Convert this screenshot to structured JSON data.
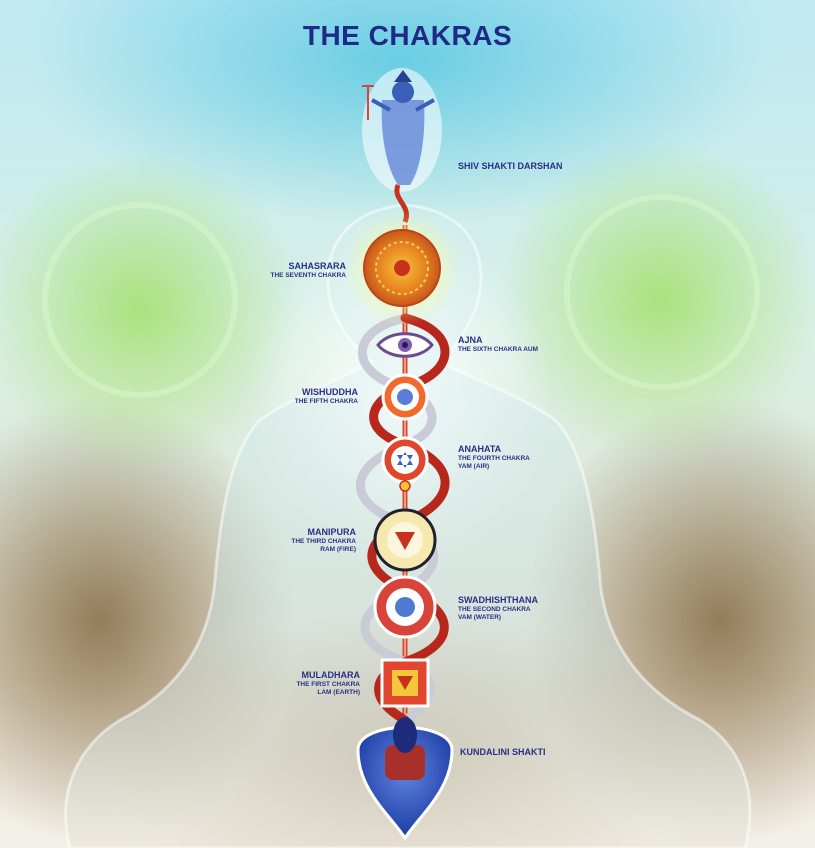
{
  "title": "THE CHAKRAS",
  "labels": {
    "shiv": {
      "name": "SHIV SHAKTI DARSHAN"
    },
    "sahasrara": {
      "name": "SAHASRARA",
      "sub1": "THE SEVENTH CHAKRA"
    },
    "ajna": {
      "name": "AJNA",
      "sub1": "THE SIXTH CHAKRA AUM"
    },
    "wishuddha": {
      "name": "WISHUDDHA",
      "sub1": "THE FIFTH CHAKRA"
    },
    "anahata": {
      "name": "ANAHATA",
      "sub1": "THE FOURTH CHAKRA",
      "sub2": "YAM (AIR)"
    },
    "manipura": {
      "name": "MANIPURA",
      "sub1": "THE THIRD CHAKRA",
      "sub2": "RAM (FIRE)"
    },
    "swadhishthana": {
      "name": "SWADHISHTHANA",
      "sub1": "THE SECOND CHAKRA",
      "sub2": "VAM (WATER)"
    },
    "muladhara": {
      "name": "MULADHARA",
      "sub1": "THE FIRST CHAKRA",
      "sub2": "LAM (EARTH)"
    },
    "kundalini": {
      "name": "KUNDALINI SHAKTI"
    }
  },
  "colors": {
    "title": "#1f2a86",
    "label": "#2a2f86",
    "spine": "#c8321c",
    "serpent_red": "#b8271b",
    "serpent_silver": "#c9ccd6",
    "sahasrara": "#e8741c",
    "kundalini_blue": "#2547b5"
  },
  "icons": [
    "deity-figure",
    "sahasrara-lotus-icon",
    "ajna-eye-icon",
    "wishuddha-lotus-icon",
    "anahata-lotus-icon",
    "manipura-lotus-icon",
    "swadhishthana-lotus-icon",
    "muladhara-lotus-icon",
    "kundalini-lingam-icon"
  ]
}
